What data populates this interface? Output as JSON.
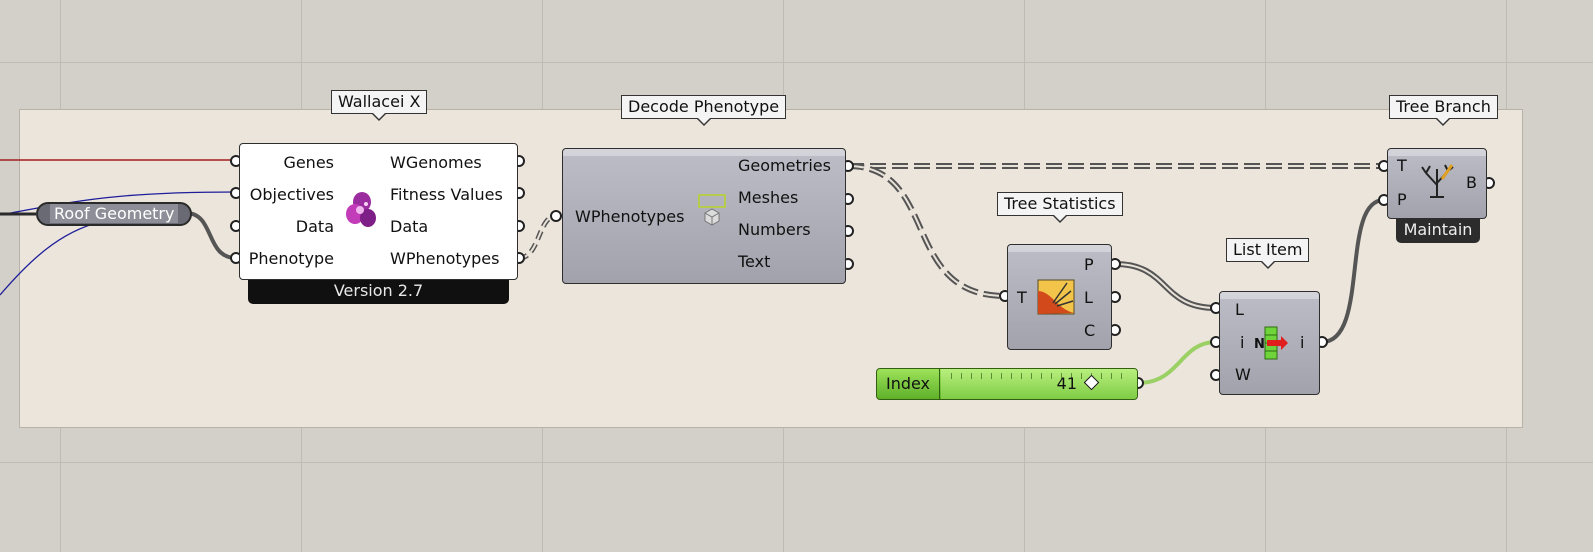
{
  "canvas": {
    "background": "#d3cfc9",
    "group_color": "#ece5dc"
  },
  "roof_geometry": {
    "label": "Roof Geometry"
  },
  "wallacei": {
    "tag": "Wallacei X",
    "inputs": [
      "Genes",
      "Objectives",
      "Data",
      "Phenotype"
    ],
    "outputs": [
      "WGenomes",
      "Fitness Values",
      "Data",
      "WPhenotypes"
    ],
    "footer": "Version 2.7",
    "icon": "wallacei-flower-icon"
  },
  "decode": {
    "tag": "Decode Phenotype",
    "input": "WPhenotypes",
    "outputs": [
      "Geometries",
      "Meshes",
      "Numbers",
      "Text"
    ],
    "icon": "decode-cube-icon"
  },
  "tree_statistics": {
    "tag": "Tree Statistics",
    "input": "T",
    "outputs": [
      "P",
      "L",
      "C"
    ],
    "icon": "tree-statistics-icon"
  },
  "list_item": {
    "tag": "List Item",
    "inputs": [
      "L",
      "i",
      "W"
    ],
    "output": "i",
    "icon": "list-item-icon"
  },
  "tree_branch": {
    "tag": "Tree Branch",
    "inputs": [
      "T",
      "P"
    ],
    "output": "B",
    "footer": "Maintain",
    "icon": "tree-branch-icon"
  },
  "index_slider": {
    "label": "Index",
    "value": "41",
    "accent": "#7fcc45"
  }
}
